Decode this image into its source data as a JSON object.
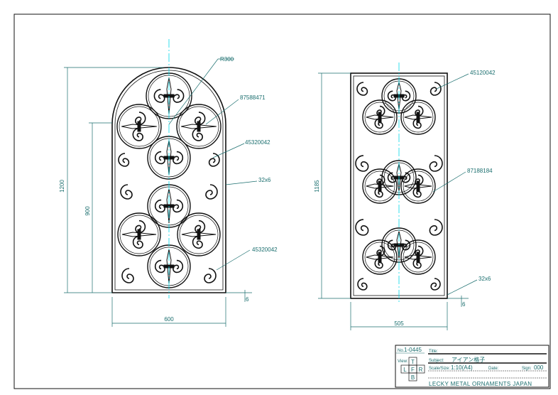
{
  "drawing": {
    "left_view": {
      "height_label": "1200",
      "inner_height_label": "900",
      "width_label": "600",
      "radius_label": "R300",
      "part_labels": [
        "87588471",
        "45320042",
        "32x6",
        "45320042"
      ],
      "thickness_label": "6"
    },
    "right_view": {
      "height_label": "1185",
      "width_label": "505",
      "part_labels": [
        "45120042",
        "87188184",
        "32x6"
      ],
      "thickness_label": "6"
    }
  },
  "title_block": {
    "number_label": "No.",
    "number": "1-0445",
    "view_label": "View:",
    "views": {
      "top": "T",
      "left": "L",
      "front": "F",
      "right": "R",
      "bottom": "B"
    },
    "title_label": "Title:",
    "subject_label": "Subject:",
    "subject": "アイアン格子",
    "scale_label": "Scale/Size:",
    "scale": "1:10(A4)",
    "date_label": "Date:",
    "sign_label": "Sign:",
    "sign": "000",
    "company": "LECKY METAL ORNAMENTS JAPAN"
  },
  "colors": {
    "line": "#111111",
    "dimension": "#1a6e6e",
    "centerline": "#00d8e8"
  }
}
